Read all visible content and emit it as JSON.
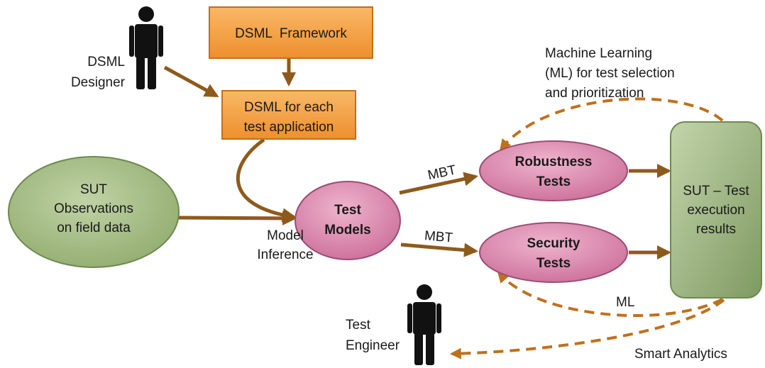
{
  "nodes": {
    "dsml_framework": "DSML  Framework",
    "dsml_for_each": [
      "DSML for each",
      "test application"
    ],
    "sut_observations": [
      "SUT",
      "Observations",
      "on field data"
    ],
    "test_models": [
      "Test",
      "Models"
    ],
    "robustness_tests": [
      "Robustness",
      "Tests"
    ],
    "security_tests": [
      "Security",
      "Tests"
    ],
    "sut_results": [
      "SUT – Test",
      "execution",
      "results"
    ]
  },
  "actors": {
    "dsml_designer": [
      "DSML",
      "Designer"
    ],
    "test_engineer": [
      "Test",
      "Engineer"
    ]
  },
  "labels": {
    "ml_selection": [
      "Machine Learning",
      "(ML) for test selection",
      "and prioritization"
    ],
    "mbt_top": "MBT",
    "mbt_bottom": "MBT",
    "model_inference": [
      "Model",
      "Inference"
    ],
    "ml": "ML",
    "smart_analytics": "Smart Analytics"
  },
  "colors": {
    "orange_fill": "#f5a34b",
    "orange_stroke": "#c0701b",
    "arrow": "#8e5a1c",
    "green_fill": "#a9c08a",
    "green_stroke": "#6d8a4f",
    "pink_fill": "#dc8fb2",
    "pink_stroke": "#9a4d73",
    "person": "#111111"
  }
}
